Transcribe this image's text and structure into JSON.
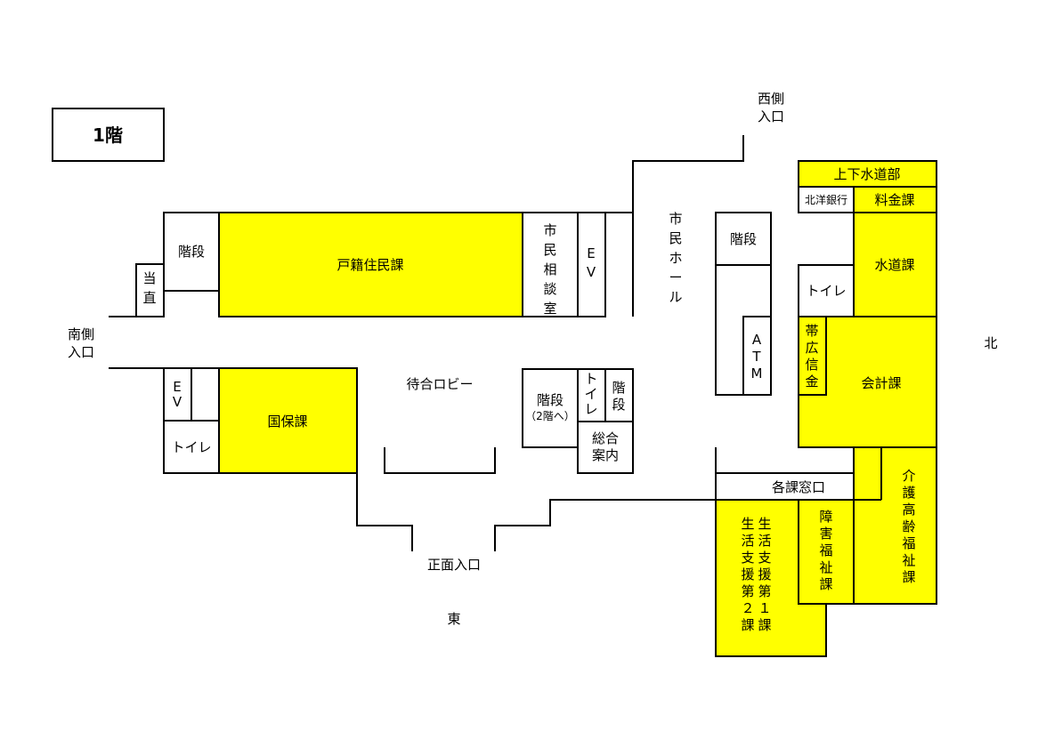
{
  "floor": "1階",
  "colors": {
    "highlight": "#ffff00",
    "plain": "#ffffff",
    "line": "#000000"
  },
  "rooms": {
    "stairs_nw": "階段",
    "duty": "当直",
    "family_registry": "戸籍住民課",
    "consultation": "市民相談室",
    "ev_north": "EV",
    "citizen_hall": "市民ホール",
    "stairs_center": "階段",
    "atm": "ATM",
    "water_dept": "上下水道部",
    "hokuyo_bank": "北洋銀行",
    "fee_section": "料金課",
    "waterworks": "水道課",
    "toilet_east": "トイレ",
    "obihiro_shinkin": "帯広信金",
    "accounting": "会計課",
    "ev_south": "EV",
    "toilet_south": "トイレ",
    "kokuho": "国保課",
    "waiting_lobby": "待合ロビー",
    "stairs_to_2f": "階段",
    "stairs_to_2f_note": "（2階へ）",
    "toilet_center": "トイレ",
    "stairs_small": "階段",
    "info_desk": "総合案内",
    "counters": "各課窓口",
    "welfare_elderly": "介護高齢福祉課",
    "disability_welfare": "障害福祉課",
    "livelihood_1": "生活支援第１課",
    "livelihood_2": "生活支援第２課"
  },
  "entrances": {
    "west": "西側入口",
    "south": "南側入口",
    "front": "正面入口"
  },
  "compass": {
    "north": "北",
    "east": "東"
  }
}
